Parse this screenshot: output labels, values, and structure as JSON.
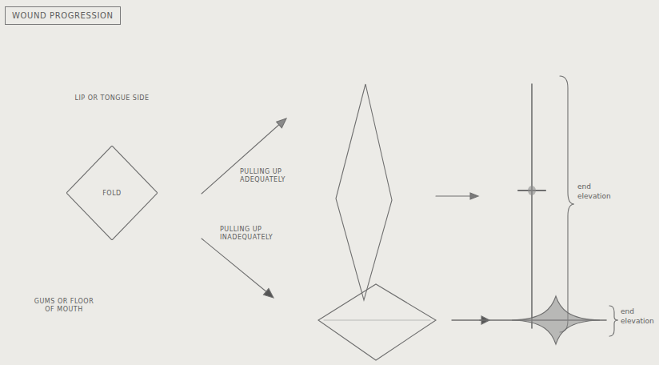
{
  "diagram": {
    "title": "WOUND PROGRESSION",
    "nodes": [
      {
        "text": [
          "FOLD"
        ]
      }
    ],
    "labels": [
      "LIP OR TONGUE SIDE",
      "PULLING UP ADEQUATELY",
      "end elevation",
      "PULLING UP INADEQUATELY",
      "GUMS OR FLOOR OF MOUTH",
      "end elevation"
    ]
  }
}
